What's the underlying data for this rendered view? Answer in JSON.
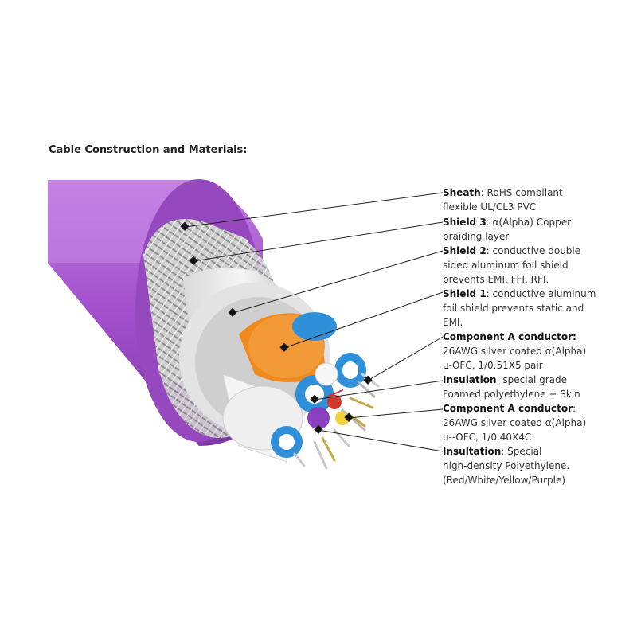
{
  "title": "Cable Construction and Materials:",
  "colors": {
    "sheath": "#b05fd6",
    "braid": "#c8c8c8",
    "foil_orange": "#f08a1e",
    "insulation_blue": "#2f8fd8",
    "insulation_white": "#f2f2f2"
  },
  "labels": [
    {
      "name": "Sheath",
      "desc1": ": RoHS compliant",
      "desc2": "flexible UL/CL3 PVC",
      "desc3": ""
    },
    {
      "name": "Shield 3",
      "desc1": ": α(Alpha) Copper",
      "desc2": "braiding layer",
      "desc3": ""
    },
    {
      "name": "Shield 2",
      "desc1": ": conductive double",
      "desc2": "sided aluminum foil shield",
      "desc3": "prevents EMI, FFI, RFI."
    },
    {
      "name": "Shield 1",
      "desc1": ": conductive aluminum",
      "desc2": "foil shield prevents static and",
      "desc3": "EMI."
    },
    {
      "name": "Component A conductor",
      "desc1": ":",
      "desc2": "26AWG silver coated α(Alpha)",
      "desc3": "μ-OFC, 1/0.51X5 pair"
    },
    {
      "name": "Insulation",
      "desc1": ": special grade",
      "desc2": "Foamed polyethylene + Skin",
      "desc3": ""
    },
    {
      "name": "Component A conductor",
      "desc1": ":",
      "desc2": "26AWG silver coated α(Alpha)",
      "desc3": "μ--OFC, 1/0.40X4C"
    },
    {
      "name": "Insultation",
      "desc1": ": Special",
      "desc2": "high-density Polyethylene.",
      "desc3": "(Red/White/Yellow/Purple)"
    }
  ]
}
